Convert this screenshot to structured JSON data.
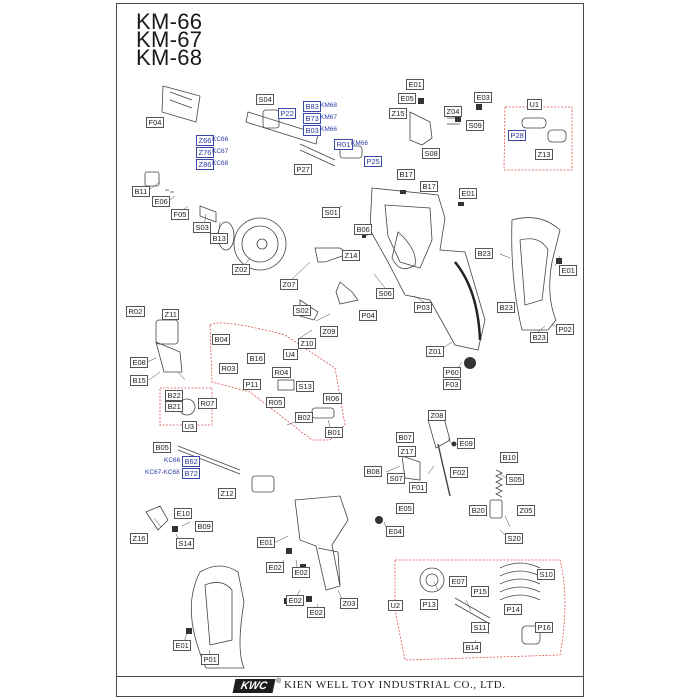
{
  "models": [
    "KM-66",
    "KM-67",
    "KM-68"
  ],
  "footer": {
    "logo": "KWC",
    "reg": "®",
    "company": "KIEN WELL TOY INDUSTRIAL CO., LTD."
  },
  "labels": [
    {
      "t": "E01"
    },
    {
      "t": "E05"
    },
    {
      "t": "Z04"
    },
    {
      "t": "E03"
    },
    {
      "t": "U1"
    },
    {
      "t": "F04"
    },
    {
      "t": "S04"
    },
    {
      "t": "P22",
      "blue": true
    },
    {
      "t": "B83",
      "blue": true
    },
    {
      "t": "B73",
      "blue": true
    },
    {
      "t": "B03",
      "blue": true
    },
    {
      "t": "Z66",
      "blue": true
    },
    {
      "t": "Z76",
      "blue": true
    },
    {
      "t": "Z86",
      "blue": true
    },
    {
      "t": "Z15"
    },
    {
      "t": "S09"
    },
    {
      "t": "P28",
      "blue": true
    },
    {
      "t": "S08"
    },
    {
      "t": "Z13"
    },
    {
      "t": "R01",
      "blue": true
    },
    {
      "t": "P25",
      "blue": true
    },
    {
      "t": "P27"
    },
    {
      "t": "B17"
    },
    {
      "t": "B17"
    },
    {
      "t": "E01"
    },
    {
      "t": "B11"
    },
    {
      "t": "E06"
    },
    {
      "t": "F05"
    },
    {
      "t": "S03"
    },
    {
      "t": "B13"
    },
    {
      "t": "S01"
    },
    {
      "t": "B06"
    },
    {
      "t": "B23"
    },
    {
      "t": "Z02"
    },
    {
      "t": "Z07"
    },
    {
      "t": "Z14"
    },
    {
      "t": "E01"
    },
    {
      "t": "S06"
    },
    {
      "t": "R02"
    },
    {
      "t": "Z11"
    },
    {
      "t": "S02"
    },
    {
      "t": "P04"
    },
    {
      "t": "P03"
    },
    {
      "t": "B23"
    },
    {
      "t": "B23"
    },
    {
      "t": "P02"
    },
    {
      "t": "Z09"
    },
    {
      "t": "Z10"
    },
    {
      "t": "B04"
    },
    {
      "t": "B16"
    },
    {
      "t": "U4"
    },
    {
      "t": "Z01"
    },
    {
      "t": "E08"
    },
    {
      "t": "B15"
    },
    {
      "t": "R03"
    },
    {
      "t": "P11"
    },
    {
      "t": "R04"
    },
    {
      "t": "P60"
    },
    {
      "t": "F03"
    },
    {
      "t": "B22"
    },
    {
      "t": "B21"
    },
    {
      "t": "R07"
    },
    {
      "t": "R05"
    },
    {
      "t": "S13"
    },
    {
      "t": "R06"
    },
    {
      "t": "Z08"
    },
    {
      "t": "U3"
    },
    {
      "t": "B02"
    },
    {
      "t": "B01"
    },
    {
      "t": "B07"
    },
    {
      "t": "E09"
    },
    {
      "t": "B05"
    },
    {
      "t": "B62",
      "blue": true
    },
    {
      "t": "B72",
      "blue": true
    },
    {
      "t": "Z17"
    },
    {
      "t": "B10"
    },
    {
      "t": "B08"
    },
    {
      "t": "F02"
    },
    {
      "t": "S07"
    },
    {
      "t": "F01"
    },
    {
      "t": "S05"
    },
    {
      "t": "Z12"
    },
    {
      "t": "E05"
    },
    {
      "t": "B20"
    },
    {
      "t": "Z05"
    },
    {
      "t": "E10"
    },
    {
      "t": "B09"
    },
    {
      "t": "E04"
    },
    {
      "t": "S20"
    },
    {
      "t": "Z16"
    },
    {
      "t": "S14"
    },
    {
      "t": "E01"
    },
    {
      "t": "S10"
    },
    {
      "t": "E07"
    },
    {
      "t": "P15"
    },
    {
      "t": "E02"
    },
    {
      "t": "E02"
    },
    {
      "t": "P13"
    },
    {
      "t": "P14"
    },
    {
      "t": "E02"
    },
    {
      "t": "E02"
    },
    {
      "t": "Z03"
    },
    {
      "t": "U2"
    },
    {
      "t": "S11"
    },
    {
      "t": "P16"
    },
    {
      "t": "B14"
    },
    {
      "t": "E01"
    },
    {
      "t": "P01"
    }
  ],
  "notes": [
    {
      "t": "KM68"
    },
    {
      "t": "KM67"
    },
    {
      "t": "KM66"
    },
    {
      "t": "KC66"
    },
    {
      "t": "KC67"
    },
    {
      "t": "KC68"
    },
    {
      "t": "KM66"
    },
    {
      "t": "KC66"
    },
    {
      "t": "KC67-KC68"
    }
  ]
}
